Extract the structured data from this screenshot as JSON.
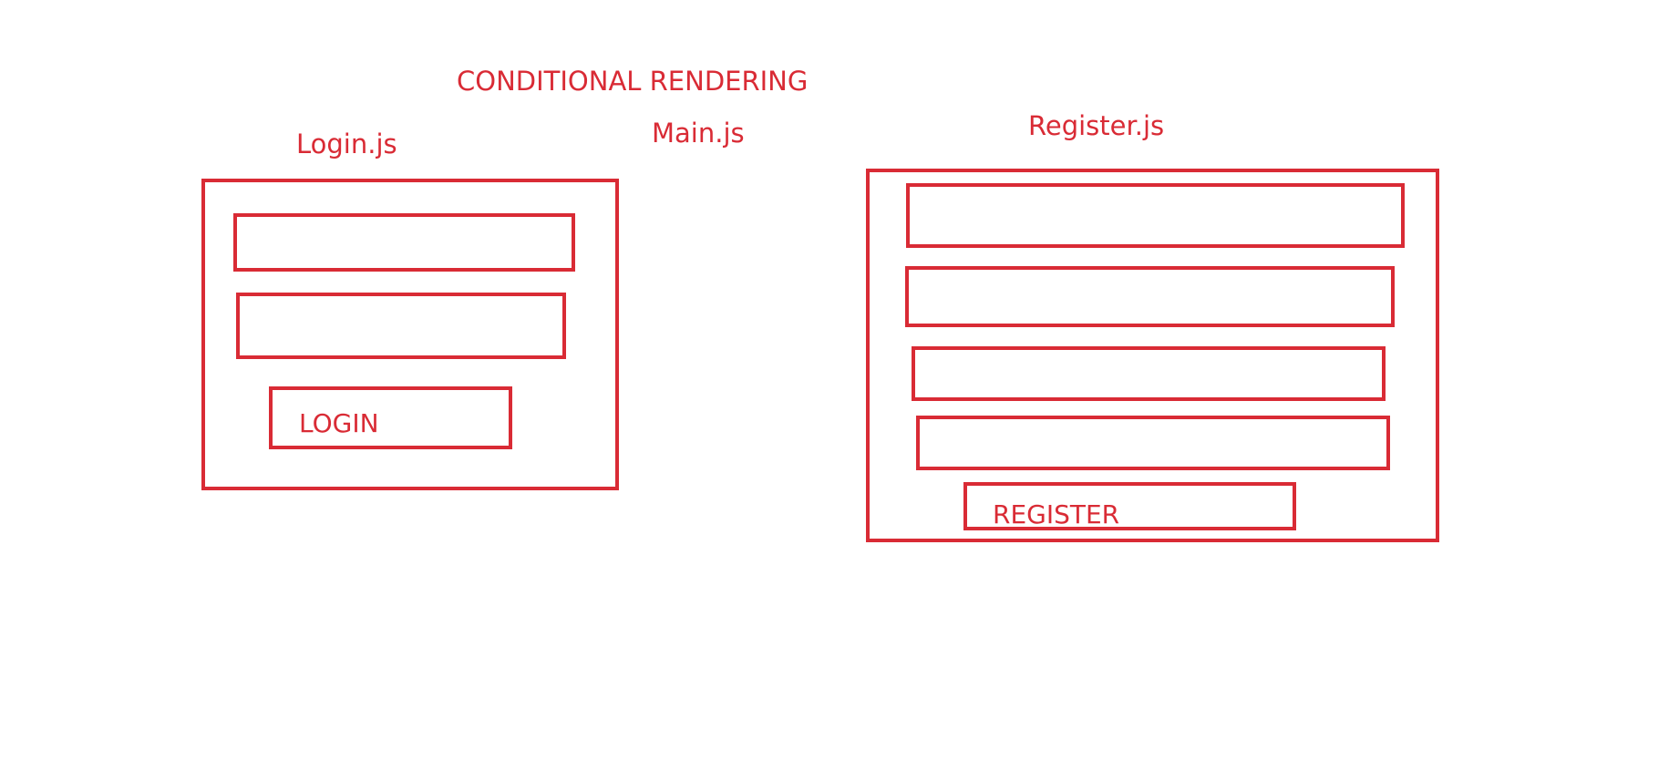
{
  "diagram": {
    "title": "CONDITIONAL RENDERING",
    "main_label": "Main.js",
    "login": {
      "label": "Login.js",
      "button_label": "LOGIN"
    },
    "register": {
      "label": "Register.js",
      "button_label": "REGISTER"
    },
    "stroke_color": "#d92b35"
  }
}
